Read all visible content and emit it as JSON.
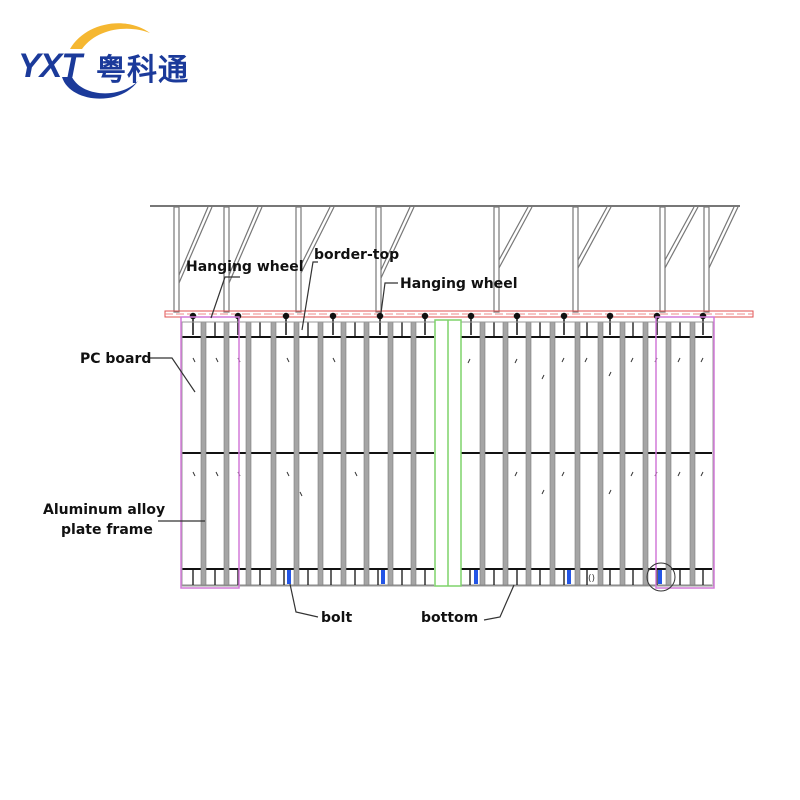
{
  "logo": {
    "latin": "YXT",
    "chinese": "粤科通",
    "colors": {
      "primary": "#1b3a9a",
      "accent": "#f5b731"
    }
  },
  "diagram": {
    "title": "",
    "labels": {
      "hanging_wheel_left": "Hanging wheel",
      "border_top": "border-top",
      "hanging_wheel_right": "Hanging wheel",
      "pc_board": "PC board",
      "aluminum_frame_line1": "Aluminum alloy",
      "aluminum_frame_line2": "plate frame",
      "bolt": "bolt",
      "bottom": "bottom"
    },
    "colors": {
      "structure": "#6b6b6b",
      "bars": "#9a9a9a",
      "rail": "#e05050",
      "frame_highlight": "#d27ad8",
      "gap_column": "#7ed36a",
      "bolt": "#2355e6"
    }
  }
}
